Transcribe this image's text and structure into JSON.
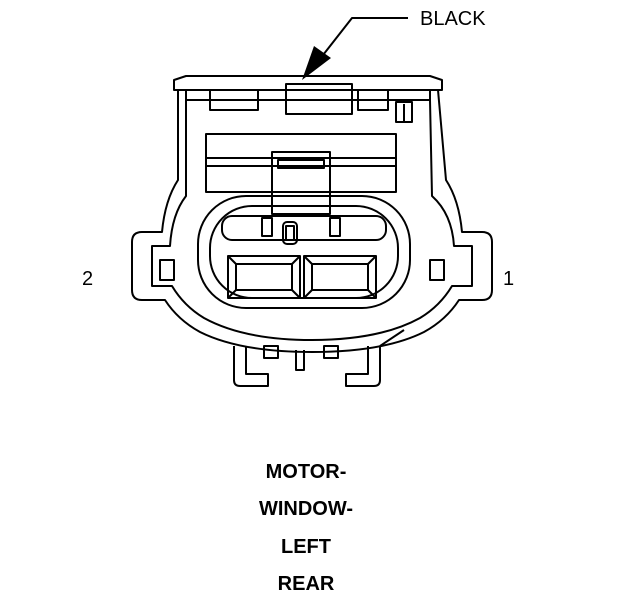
{
  "callout": {
    "label": "BLACK"
  },
  "pins": {
    "left": "2",
    "right": "1"
  },
  "title_lines": [
    "MOTOR-",
    "WINDOW-",
    "LEFT",
    "REAR"
  ],
  "colors": {
    "stroke": "#000000",
    "background": "#ffffff"
  }
}
